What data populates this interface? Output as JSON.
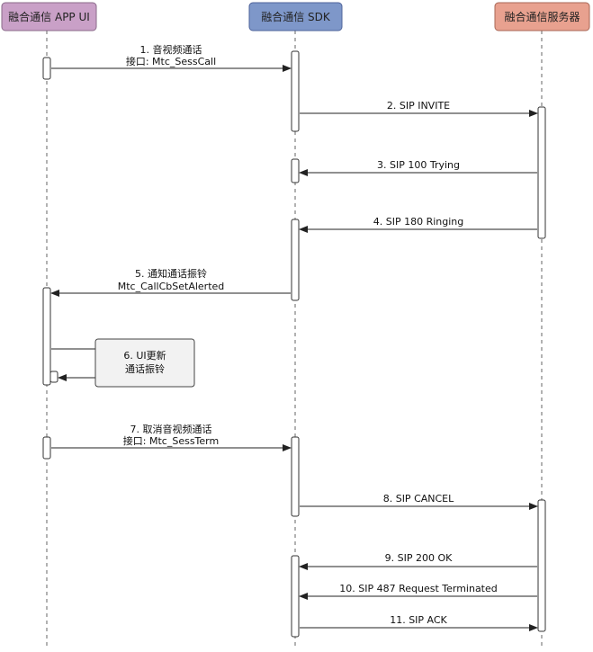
{
  "actors": [
    {
      "id": "app",
      "label": "融合通信 APP UI",
      "fill": "#c9a0c7",
      "stroke": "#8a6a8a"
    },
    {
      "id": "sdk",
      "label": "融合通信 SDK",
      "fill": "#7e97c9",
      "stroke": "#4e639a"
    },
    {
      "id": "srv",
      "label": "融合通信服务器",
      "fill": "#e8a18f",
      "stroke": "#a86656"
    }
  ],
  "messages": [
    {
      "from": "app",
      "to": "sdk",
      "lines": [
        "1. 音视频通话",
        "接口: Mtc_SessCall"
      ]
    },
    {
      "from": "sdk",
      "to": "srv",
      "lines": [
        "2. SIP INVITE"
      ]
    },
    {
      "from": "srv",
      "to": "sdk",
      "lines": [
        "3. SIP 100 Trying"
      ]
    },
    {
      "from": "srv",
      "to": "sdk",
      "lines": [
        "4. SIP 180 Ringing"
      ]
    },
    {
      "from": "sdk",
      "to": "app",
      "lines": [
        "5. 通知通话振铃",
        "Mtc_CallCbSetAlerted"
      ]
    },
    {
      "from": "app",
      "to": "sdk",
      "lines": [
        "7. 取消音视频通话",
        "接口: Mtc_SessTerm"
      ]
    },
    {
      "from": "sdk",
      "to": "srv",
      "lines": [
        "8. SIP CANCEL"
      ]
    },
    {
      "from": "srv",
      "to": "sdk",
      "lines": [
        "9. SIP 200 OK"
      ]
    },
    {
      "from": "srv",
      "to": "sdk",
      "lines": [
        "10. SIP 487 Request Terminated"
      ]
    },
    {
      "from": "sdk",
      "to": "srv",
      "lines": [
        "11. SIP ACK"
      ]
    }
  ],
  "note": {
    "lines": [
      "6. UI更新",
      "通话振铃"
    ]
  }
}
